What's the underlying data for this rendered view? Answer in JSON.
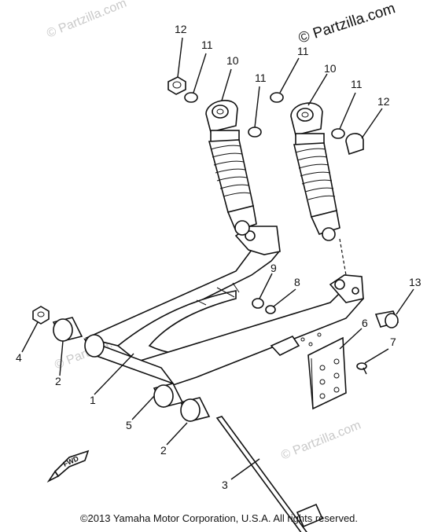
{
  "watermarks": {
    "main": "© Partzilla.com",
    "faint": "© Partzilla.com"
  },
  "callouts": {
    "c1": "1",
    "c2a": "2",
    "c2b": "2",
    "c3": "3",
    "c4": "4",
    "c5": "5",
    "c6": "6",
    "c7": "7",
    "c8": "8",
    "c9": "9",
    "c10a": "10",
    "c10b": "10",
    "c11a": "11",
    "c11b": "11",
    "c11c": "11",
    "c11d": "11",
    "c12a": "12",
    "c12b": "12",
    "c13": "13"
  },
  "front_arrow_label": "FWD",
  "copyright": "©2013 Yamaha Motor Corporation, U.S.A. All rights reserved."
}
